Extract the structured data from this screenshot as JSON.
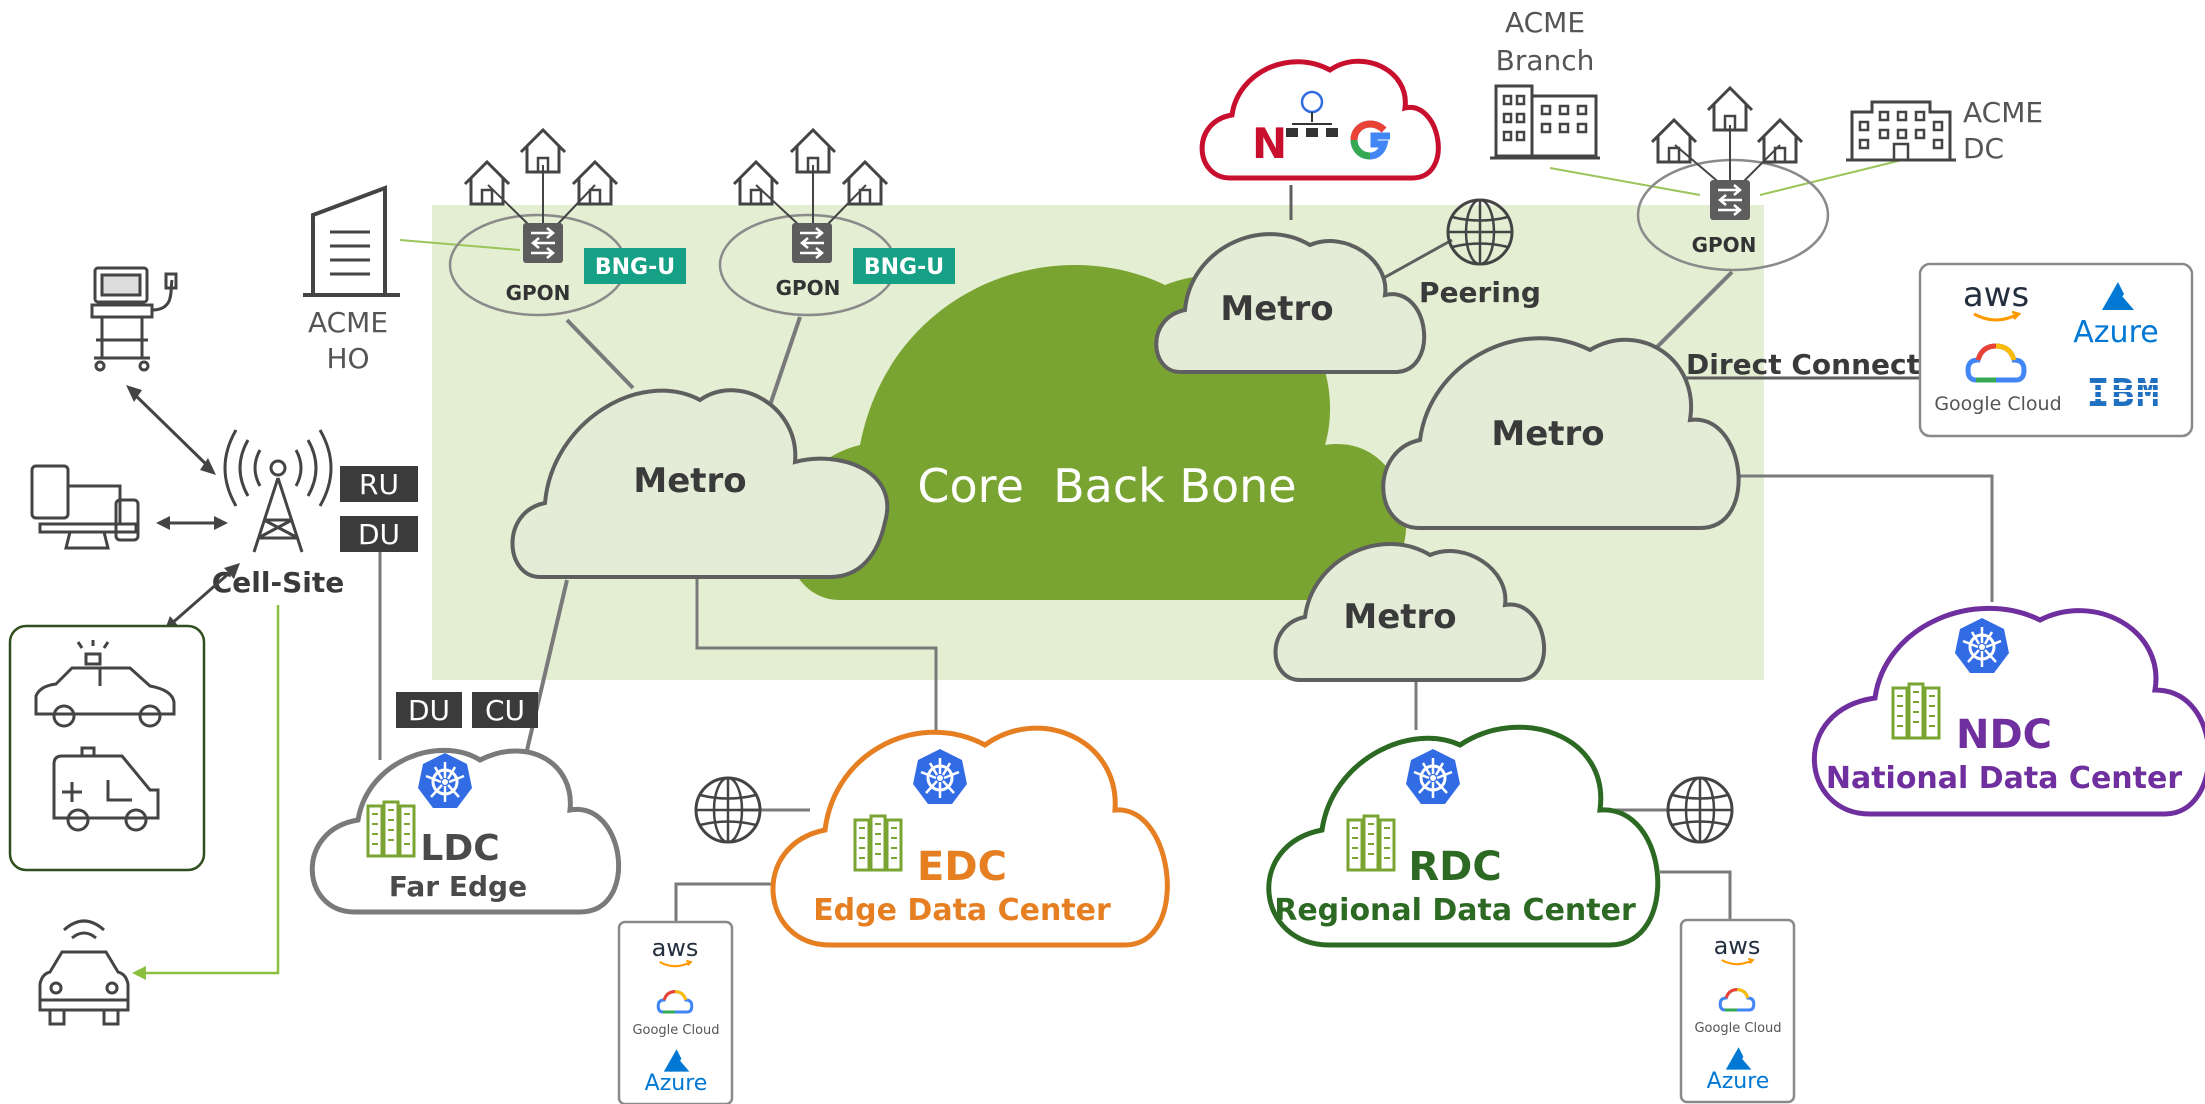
{
  "colors": {
    "core_green": "#7aa431",
    "metro_fill": "#e4ebd6",
    "metro_stroke": "#5f5f5f",
    "backdrop": "#e3eed3",
    "edc_orange": "#e67e22",
    "rdc_green": "#2c6a23",
    "ndc_purple": "#6f2f9e",
    "ldc_gray": "#7a7a7a",
    "teal_badge": "#16a085",
    "dark_badge": "#3b3b3b",
    "netflix_red": "#c8102e",
    "k8s_blue": "#326ce5",
    "azure_blue": "#0078d4",
    "aws_orange": "#ff9900"
  },
  "core": {
    "label": "Core  Back Bone"
  },
  "metros": {
    "left": "Metro",
    "top": "Metro",
    "right": "Metro",
    "bottom": "Metro"
  },
  "gpon": {
    "left": "GPON",
    "middle": "GPON",
    "right": "GPON"
  },
  "badges": {
    "bng_left": "BNG-U",
    "bng_middle": "BNG-U",
    "ru": "RU",
    "du_cell": "DU",
    "du_ldc": "DU",
    "cu_ldc": "CU"
  },
  "labels": {
    "acme_ho_1": "ACME",
    "acme_ho_2": "HO",
    "acme_branch_1": "ACME",
    "acme_branch_2": "Branch",
    "acme_dc_1": "ACME",
    "acme_dc_2": "DC",
    "cell_site": "Cell-Site",
    "peering": "Peering",
    "direct_connect": "Direct Connect"
  },
  "datacenters": {
    "ldc": {
      "code": "LDC",
      "name": "Far Edge"
    },
    "edc": {
      "code": "EDC",
      "name": "Edge Data Center"
    },
    "rdc": {
      "code": "RDC",
      "name": "Regional Data Center"
    },
    "ndc": {
      "code": "NDC",
      "name": "National Data Center"
    }
  },
  "cloud_logos": {
    "aws": "aws",
    "azure": "Azure",
    "google_cloud": "Google Cloud",
    "ibm": "IBM"
  },
  "icons": [
    "netflix-logo",
    "google-logo",
    "network-globe-icon",
    "globe-icon",
    "kubernetes-icon",
    "server-rack-icon",
    "house-icon",
    "building-icon",
    "switch-icon",
    "cell-tower-icon",
    "medical-cart-icon",
    "devices-icon",
    "police-car-icon",
    "ambulance-icon",
    "connected-car-icon"
  ]
}
